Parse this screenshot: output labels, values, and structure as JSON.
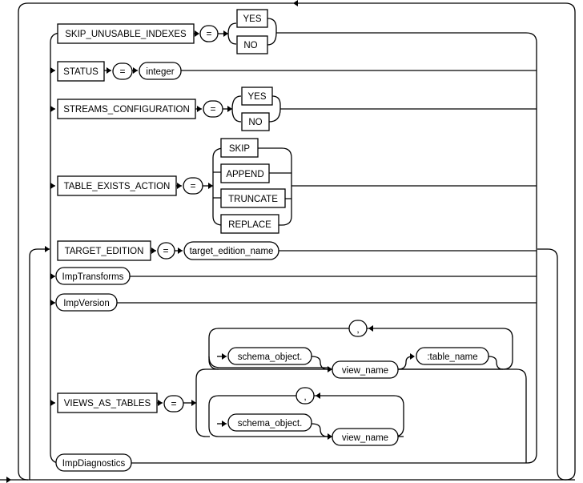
{
  "diagram": {
    "keywords": {
      "skip_unusable_indexes": "SKIP_UNUSABLE_INDEXES",
      "status": "STATUS",
      "streams_configuration": "STREAMS_CONFIGURATION",
      "table_exists_action": "TABLE_EXISTS_ACTION",
      "target_edition": "TARGET_EDITION",
      "views_as_tables": "VIEWS_AS_TABLES"
    },
    "values": {
      "yes": "YES",
      "no": "NO",
      "skip": "SKIP",
      "append": "APPEND",
      "truncate": "TRUNCATE",
      "replace": "REPLACE"
    },
    "nonterminals": {
      "integer": "integer",
      "target_edition_name": "target_edition_name",
      "imp_transforms": "ImpTransforms",
      "imp_version": "ImpVersion",
      "schema_object": "schema_object.",
      "view_name": "view_name",
      "table_name": ":table_name",
      "imp_diagnostics": "ImpDiagnostics"
    },
    "symbols": {
      "equals": "=",
      "comma": ","
    }
  }
}
